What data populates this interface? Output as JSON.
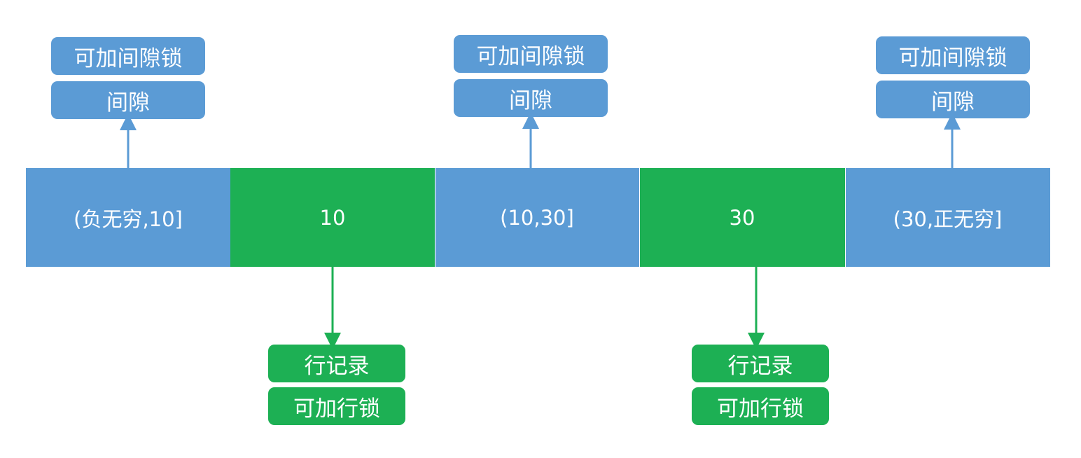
{
  "segments": [
    {
      "label": "(负无穷,10]",
      "kind": "gap"
    },
    {
      "label": "10",
      "kind": "record"
    },
    {
      "label": "(10,30]",
      "kind": "gap"
    },
    {
      "label": "30",
      "kind": "record"
    },
    {
      "label": "(30,正无穷]",
      "kind": "gap"
    }
  ],
  "gap_callouts": [
    {
      "lock_label": "可加间隙锁",
      "type_label": "间隙"
    },
    {
      "lock_label": "可加间隙锁",
      "type_label": "间隙"
    },
    {
      "lock_label": "可加间隙锁",
      "type_label": "间隙"
    }
  ],
  "record_callouts": [
    {
      "type_label": "行记录",
      "lock_label": "可加行锁"
    },
    {
      "type_label": "行记录",
      "lock_label": "可加行锁"
    }
  ],
  "colors": {
    "gap": "#5b9bd5",
    "record": "#1db054"
  }
}
